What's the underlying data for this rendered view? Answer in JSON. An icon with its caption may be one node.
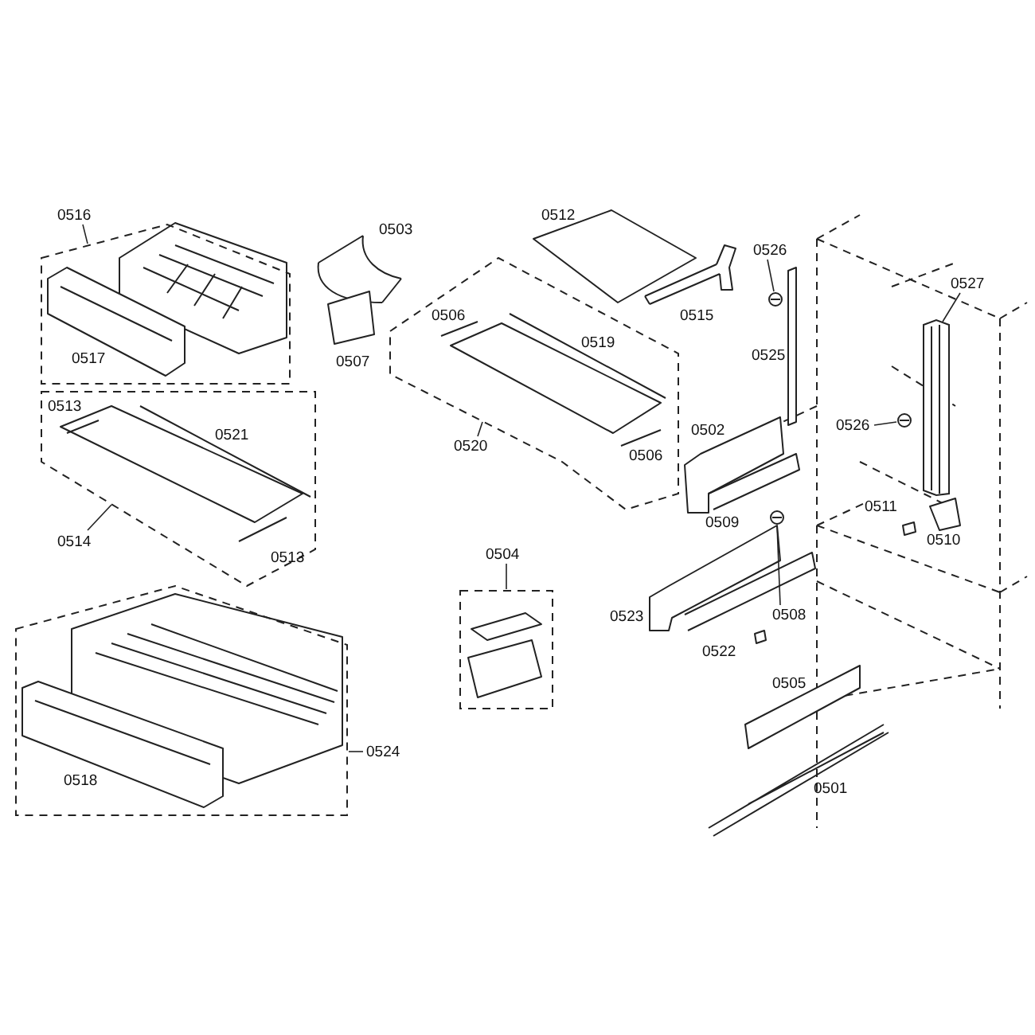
{
  "diagram": {
    "nodes": [
      {
        "text": [
          "0516"
        ]
      },
      {
        "text": [],
        "shape": "box"
      },
      {
        "text": [
          "0514"
        ]
      },
      {
        "text": [],
        "shape": "box"
      },
      {
        "text": [
          "0504"
        ]
      },
      {
        "text": [],
        "shape": "box"
      },
      {
        "text": [
          "0524"
        ]
      },
      {
        "text": [],
        "shape": "box"
      },
      {
        "text": [
          "0526"
        ]
      },
      {
        "text": [],
        "shape": "picture"
      },
      {
        "text": [
          "0527"
        ]
      },
      {
        "text": [],
        "shape": "picture"
      },
      {
        "text": [
          "0526"
        ]
      },
      {
        "text": [],
        "shape": "picture"
      },
      {
        "text": [
          "0508"
        ]
      },
      {
        "text": [],
        "shape": "picture"
      },
      {
        "text": [
          "0520"
        ]
      },
      {
        "text": [],
        "shape": "box"
      }
    ],
    "edges": [
      {
        "from": 0,
        "to": 1,
        "arrow": "none"
      },
      {
        "from": 2,
        "to": 3,
        "arrow": "none"
      },
      {
        "from": 4,
        "to": 5,
        "arrow": "none"
      },
      {
        "from": 6,
        "to": 7,
        "arrow": "none"
      },
      {
        "from": 8,
        "to": 9,
        "arrow": "none"
      },
      {
        "from": 10,
        "to": 11,
        "arrow": "none"
      },
      {
        "from": 12,
        "to": 13,
        "arrow": "none"
      },
      {
        "from": 14,
        "to": 15,
        "arrow": "none"
      },
      {
        "from": 16,
        "to": 17,
        "arrow": "none"
      }
    ],
    "labels": [
      "0503",
      "0512",
      "0507",
      "0517",
      "0506",
      "0519",
      "0515",
      "0525",
      "0513",
      "0521",
      "0506",
      "0502",
      "0509",
      "0511",
      "0510",
      "0513",
      "0523",
      "0522",
      "0505",
      "0501",
      "0518"
    ]
  }
}
